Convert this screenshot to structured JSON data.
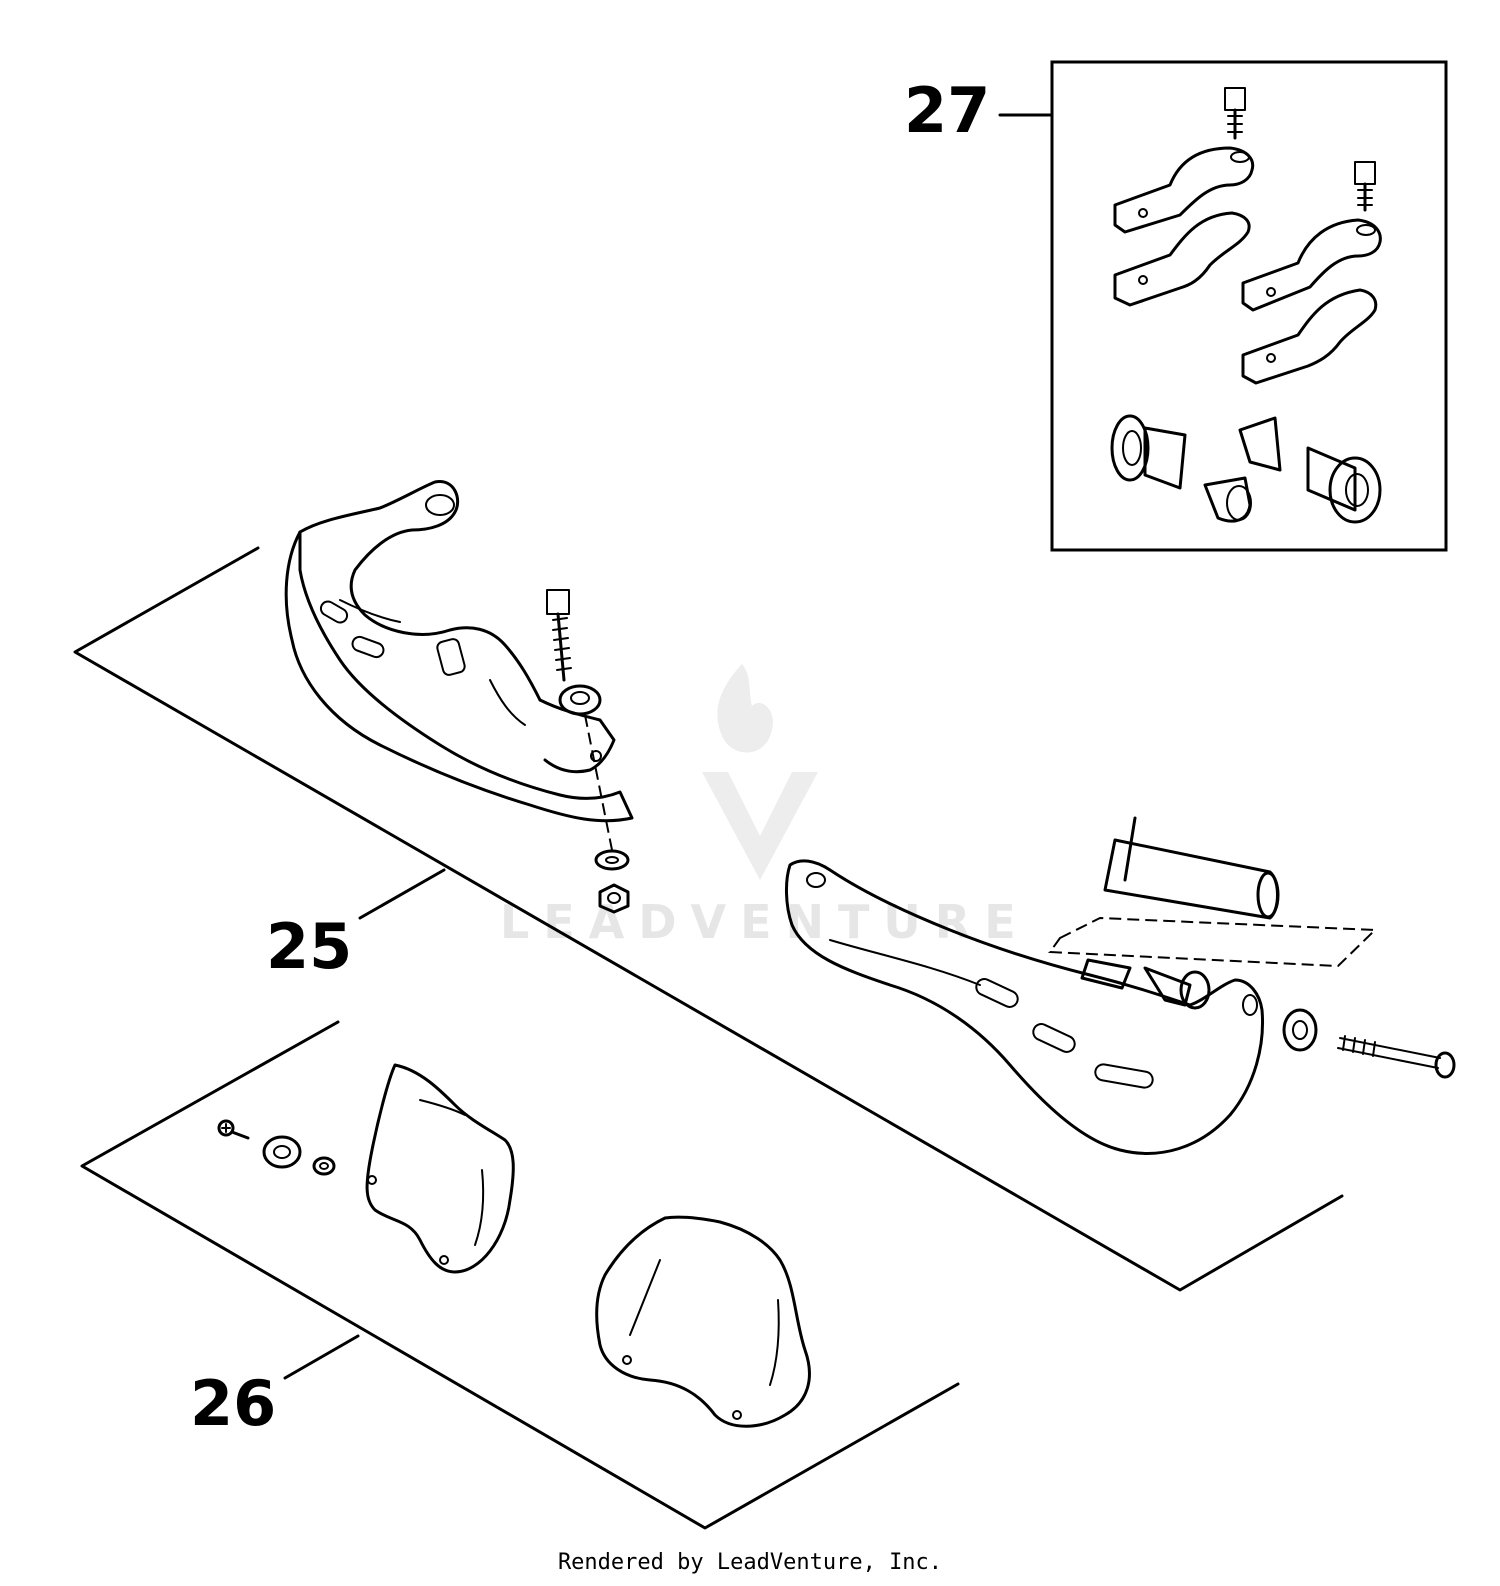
{
  "callouts": {
    "c25": "25",
    "c26": "26",
    "c27": "27"
  },
  "watermark": "LEADVENTURE",
  "footer": "Rendered by LeadVenture, Inc."
}
